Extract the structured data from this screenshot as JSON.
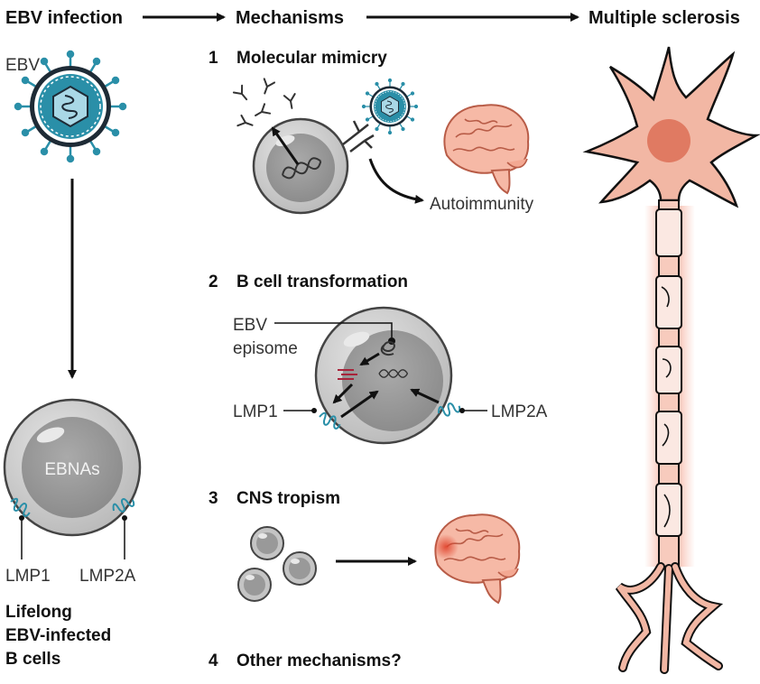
{
  "header": {
    "infection": "EBV infection",
    "mechanisms": "Mechanisms",
    "outcome": "Multiple sclerosis"
  },
  "left": {
    "virus_label": "EBV",
    "cell_label": "EBNAs",
    "lmp1": "LMP1",
    "lmp2a": "LMP2A",
    "caption": [
      "Lifelong",
      "EBV-infected",
      "B cells"
    ]
  },
  "mechanisms": [
    {
      "num": "1",
      "title": "Molecular mimicry",
      "label": "Autoimmunity"
    },
    {
      "num": "2",
      "title": "B cell transformation",
      "episome": [
        "EBV",
        "episome"
      ],
      "lmp1": "LMP1",
      "lmp2a": "LMP2A"
    },
    {
      "num": "3",
      "title": "CNS tropism"
    },
    {
      "num": "4",
      "title": "Other mechanisms?"
    }
  ],
  "colors": {
    "virus_teal": "#2a8fa8",
    "virus_light": "#a9d8e6",
    "cell_outer": "#c9c9c9",
    "cell_nucleus": "#9a9a9a",
    "neuron": "#f2b7a4",
    "neuron_nucleus": "#e07a62",
    "brain": "#f6b9a6",
    "arrow": "#111111"
  }
}
